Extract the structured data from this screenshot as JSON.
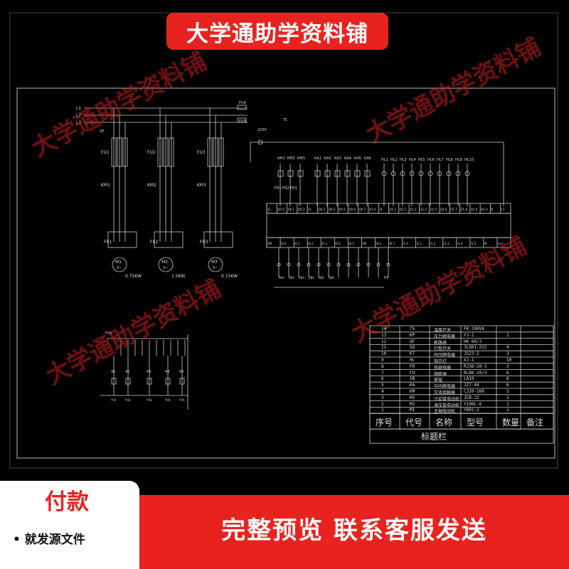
{
  "banner": {
    "title": "大学通助学资料铺"
  },
  "watermarks": [
    "大学通助学资料铺",
    "大学通助学资料铺",
    "大学通助学资料铺",
    "大学通助学资料铺"
  ],
  "footer": {
    "pay_title": "付款",
    "pay_sub": "• 就发源文件",
    "cta": "完整预览 联系客服发送"
  },
  "schematic": {
    "lines": [
      "L1",
      "L2",
      "L3"
    ],
    "qf": "QF",
    "fuses": [
      "FU1",
      "FU2",
      "FU3"
    ],
    "contactors": [
      "KM1",
      "KM2",
      "KM3"
    ],
    "relays": [
      "FR1",
      "FR2",
      "FR3"
    ],
    "motors": [
      {
        "label": "M1",
        "phase": "3~",
        "power": "0.75KW"
      },
      {
        "label": "M2",
        "phase": "3~",
        "power": "1.5KW"
      },
      {
        "label": "M3",
        "phase": "3~",
        "power": "0.15KW"
      }
    ],
    "ctrl_fuses": [
      "FU4",
      "FU5"
    ],
    "transformer": "TC",
    "transformer_voltage": "220V",
    "plc_coils": [
      "KM1",
      "KM2",
      "KM3",
      "KA1",
      "KA2",
      "KA3",
      "KA4",
      "KA5",
      "KA6"
    ],
    "lamps": [
      "HL1",
      "HL2",
      "HL3",
      "HL4",
      "HL5",
      "HL6",
      "HL7",
      "HL8",
      "HL9",
      "HL10"
    ],
    "fr_labels": [
      "FR1",
      "FR2",
      "FR3"
    ],
    "plc_out_terms": [
      "1L",
      "Q0.0",
      "Q0.1",
      "Q0.2",
      "2L",
      "Q0.3",
      "Q0.4",
      "Q0.5",
      "Q0.6",
      "Q0.7",
      "Q1.0",
      "3L",
      "Q1.1",
      "Q1.2",
      "Q1.3",
      "Q1.4",
      "Q1.5",
      "Q1.6",
      "Q1.7",
      "Q1.8",
      "Q1.9",
      "Q2.0",
      "N",
      "L1"
    ],
    "plc_in_terms": [
      "1M",
      "I0.0",
      "I0.1",
      "I0.2",
      "I0.3",
      "I0.4",
      "I0.5",
      "2M",
      "I0.6",
      "I0.7",
      "I1.0",
      "I1.1",
      "I1.2",
      "I1.3",
      "I1.4",
      "I1.5",
      "M",
      "L+"
    ],
    "sb_labels": [
      "SB1",
      "SB2",
      "SB3",
      "SB4",
      "SB5",
      "SB6"
    ],
    "kp": "KP",
    "sub_labels": [
      "FU6",
      "43",
      "41",
      "42",
      "43",
      "44",
      "45"
    ],
    "sub_bottom": [
      "YV1",
      "YV2",
      "YV3",
      "YV4",
      "YV5"
    ]
  },
  "table": {
    "rows": [
      {
        "n": "14",
        "code": "TS",
        "name": "温度开关",
        "model": "FK-100VA",
        "qty": ""
      },
      {
        "n": "13",
        "code": "KP",
        "name": "压力继电器",
        "model": "YJ-1",
        "qty": "1"
      },
      {
        "n": "12",
        "code": "QF",
        "name": "断路器",
        "model": "HK-60/3",
        "qty": ""
      },
      {
        "n": "11",
        "code": "SQ",
        "name": "行程开关",
        "model": "JLXK1-222",
        "qty": "4"
      },
      {
        "n": "10",
        "code": "KT",
        "name": "时间继电器",
        "model": "JS23-1",
        "qty": "3"
      },
      {
        "n": "9",
        "code": "HL",
        "name": "指示灯",
        "model": "XJ-1",
        "qty": "10"
      },
      {
        "n": "8",
        "code": "FR",
        "name": "热继电器",
        "model": "RJ36-20-3",
        "qty": "3"
      },
      {
        "n": "7",
        "code": "FU",
        "name": "熔断器",
        "model": "RL86-20/3",
        "qty": "6"
      },
      {
        "n": "6",
        "code": "SB",
        "name": "按钮",
        "model": "LA19",
        "qty": "6"
      },
      {
        "n": "5",
        "code": "KA",
        "name": "中间继电器",
        "model": "JZ7-44",
        "qty": "6"
      },
      {
        "n": "4",
        "code": "KM",
        "name": "交流接触器",
        "model": "CJ20-160",
        "qty": "3"
      },
      {
        "n": "3",
        "code": "M3",
        "name": "冷却泵电动机",
        "model": "JCB-22",
        "qty": "1"
      },
      {
        "n": "2",
        "code": "M2",
        "name": "液压泵电动机",
        "model": "Y100L-6",
        "qty": "1"
      },
      {
        "n": "1",
        "code": "M1",
        "name": "主轴电动机",
        "model": "Y801-2",
        "qty": "1"
      }
    ],
    "headers": [
      "序号",
      "代号",
      "名称",
      "型号",
      "数量",
      "备注"
    ],
    "title_block": "标题栏"
  }
}
